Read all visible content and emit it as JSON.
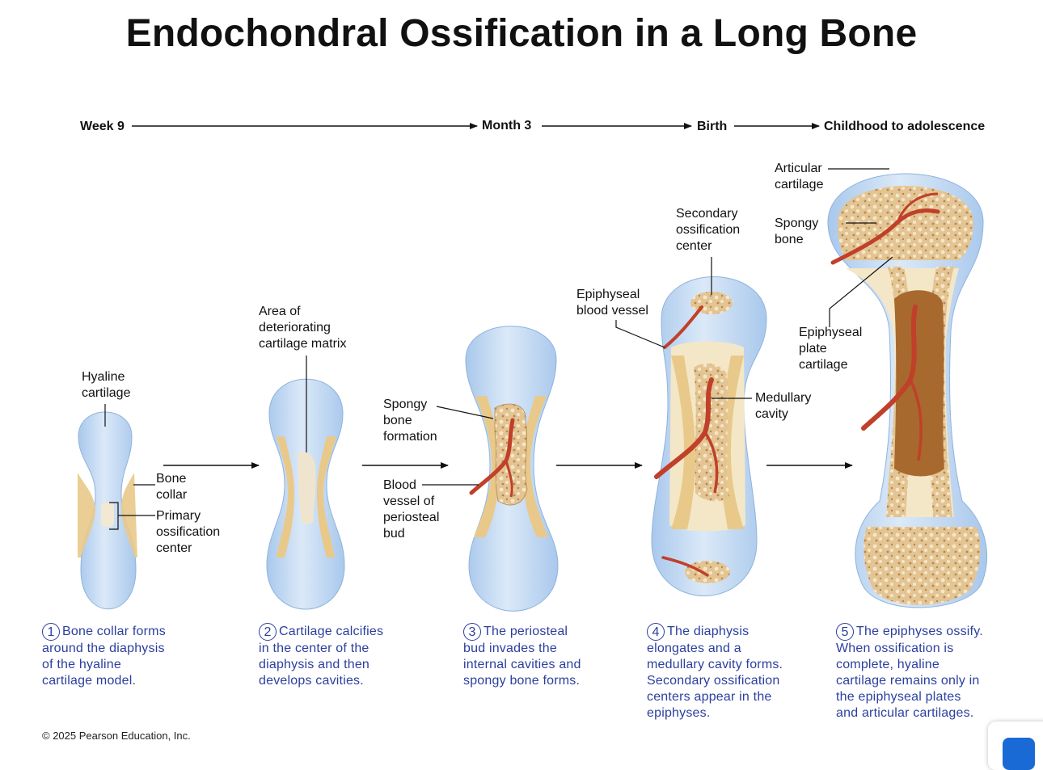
{
  "title": "Endochondral Ossification in a Long Bone",
  "timeline": {
    "week9": "Week 9",
    "month3": "Month 3",
    "birth": "Birth",
    "childhood": "Childhood to adolescence"
  },
  "labels": {
    "hyaline_cartilage": [
      "Hyaline",
      "cartilage"
    ],
    "bone_collar": [
      "Bone",
      "collar"
    ],
    "primary_ossification_center": [
      "Primary",
      "ossification",
      "center"
    ],
    "area_of_deteriorating": [
      "Area of",
      "deteriorating",
      "cartilage matrix"
    ],
    "spongy_bone_formation": [
      "Spongy",
      "bone",
      "formation"
    ],
    "blood_vessel_periosteal_bud": [
      "Blood",
      "vessel of",
      "periosteal",
      "bud"
    ],
    "epiphyseal_blood_vessel": [
      "Epiphyseal",
      "blood vessel"
    ],
    "secondary_ossification_center": [
      "Secondary",
      "ossification",
      "center"
    ],
    "medullary_cavity": [
      "Medullary",
      "cavity"
    ],
    "articular_cartilage": [
      "Articular",
      "cartilage"
    ],
    "spongy_bone": [
      "Spongy",
      "bone"
    ],
    "epiphyseal_plate_cartilage": [
      "Epiphyseal",
      "plate",
      "cartilage"
    ]
  },
  "steps": [
    {
      "num": "1",
      "lines": [
        "Bone collar forms",
        "around the diaphysis",
        "of the hyaline",
        "cartilage model."
      ]
    },
    {
      "num": "2",
      "lines": [
        "Cartilage calcifies",
        "in the center of the",
        "diaphysis and then",
        "develops cavities."
      ]
    },
    {
      "num": "3",
      "lines": [
        "The periosteal",
        "bud invades the",
        "internal cavities and",
        "spongy bone forms."
      ]
    },
    {
      "num": "4",
      "lines": [
        "The diaphysis",
        "elongates and a",
        "medullary cavity forms.",
        "Secondary ossification",
        "centers appear in the",
        "epiphyses."
      ]
    },
    {
      "num": "5",
      "lines": [
        "The epiphyses ossify.",
        "When ossification is",
        "complete, hyaline",
        "cartilage remains only in",
        "the epiphyseal plates",
        "and articular cartilages."
      ]
    }
  ],
  "copyright": "© 2025 Pearson Education, Inc.",
  "colors": {
    "cartilage": "#c6dbf2",
    "collar": "#e9c98a",
    "spongy": "#dcb98a",
    "vessel": "#c0402a",
    "caption": "#2b3f9e"
  }
}
